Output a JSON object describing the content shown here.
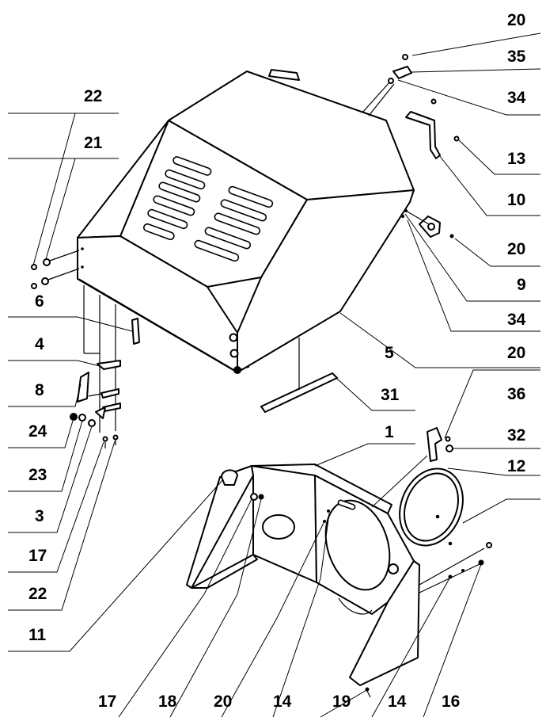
{
  "callouts": {
    "c20a": "20",
    "c35": "35",
    "c34a": "34",
    "c13": "13",
    "c10": "10",
    "c20b": "20",
    "c9": "9",
    "c34b": "34",
    "c20c": "20",
    "c5": "5",
    "c31": "31",
    "c36": "36",
    "c32": "32",
    "c12": "12",
    "c1": "1",
    "c22a": "22",
    "c21": "21",
    "c6": "6",
    "c4": "4",
    "c8": "8",
    "c24": "24",
    "c23": "23",
    "c3": "3",
    "c17a": "17",
    "c22b": "22",
    "c11": "11",
    "c17b": "17",
    "c18": "18",
    "c20d": "20",
    "c14a": "14",
    "c19": "19",
    "c14b": "14",
    "c16": "16"
  }
}
